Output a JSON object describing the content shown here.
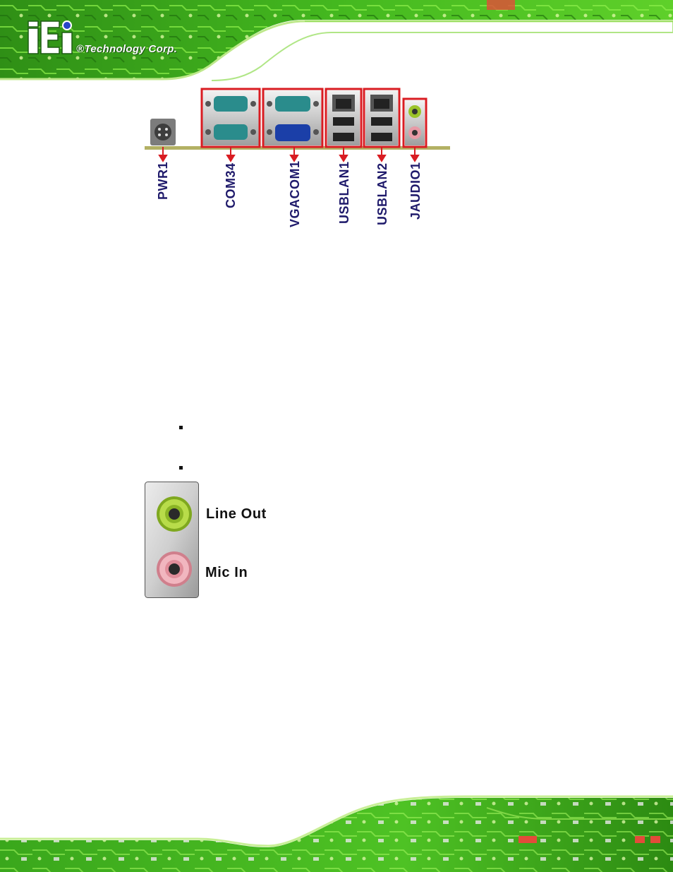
{
  "header": {
    "logo": {
      "mark": "iEi",
      "text": "®Technology Corp."
    }
  },
  "io_panel": {
    "connectors": [
      "PWR1",
      "COM34",
      "VGACOM1",
      "USBLAN1",
      "USBLAN2",
      "JAUDIO1"
    ]
  },
  "bullets": [
    "",
    ""
  ],
  "audio": {
    "line_out": "Line Out",
    "mic_in": "Mic In",
    "line_out_color": "#9cc42a",
    "mic_in_color": "#e89aa6"
  },
  "colors": {
    "pcb_green": "#3fb51f",
    "highlight_red": "#d91c22",
    "label_navy": "#1f1a6b"
  }
}
